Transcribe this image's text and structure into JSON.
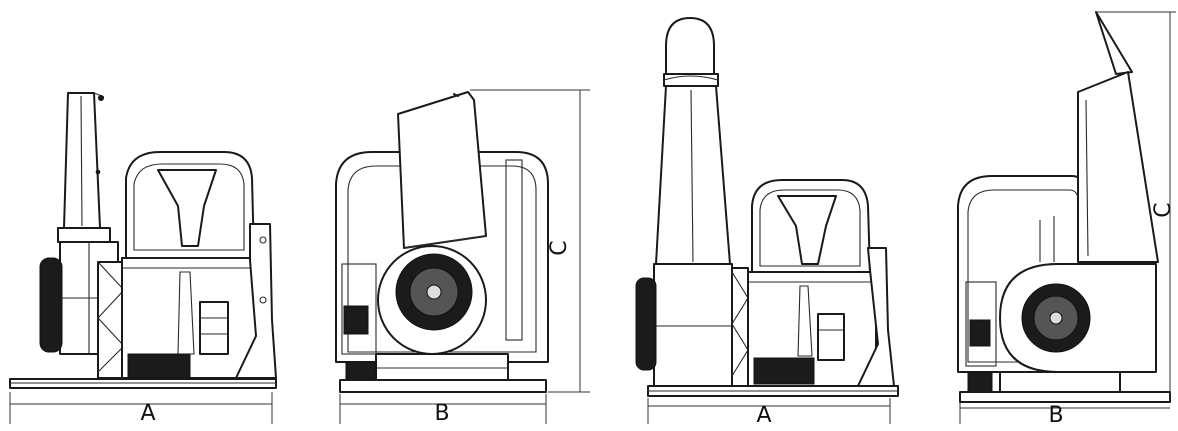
{
  "labels": {
    "view1_width": "A",
    "view2_width": "B",
    "view2_height": "C",
    "view3_width": "A",
    "view4_width": "B",
    "view4_height": "C"
  }
}
